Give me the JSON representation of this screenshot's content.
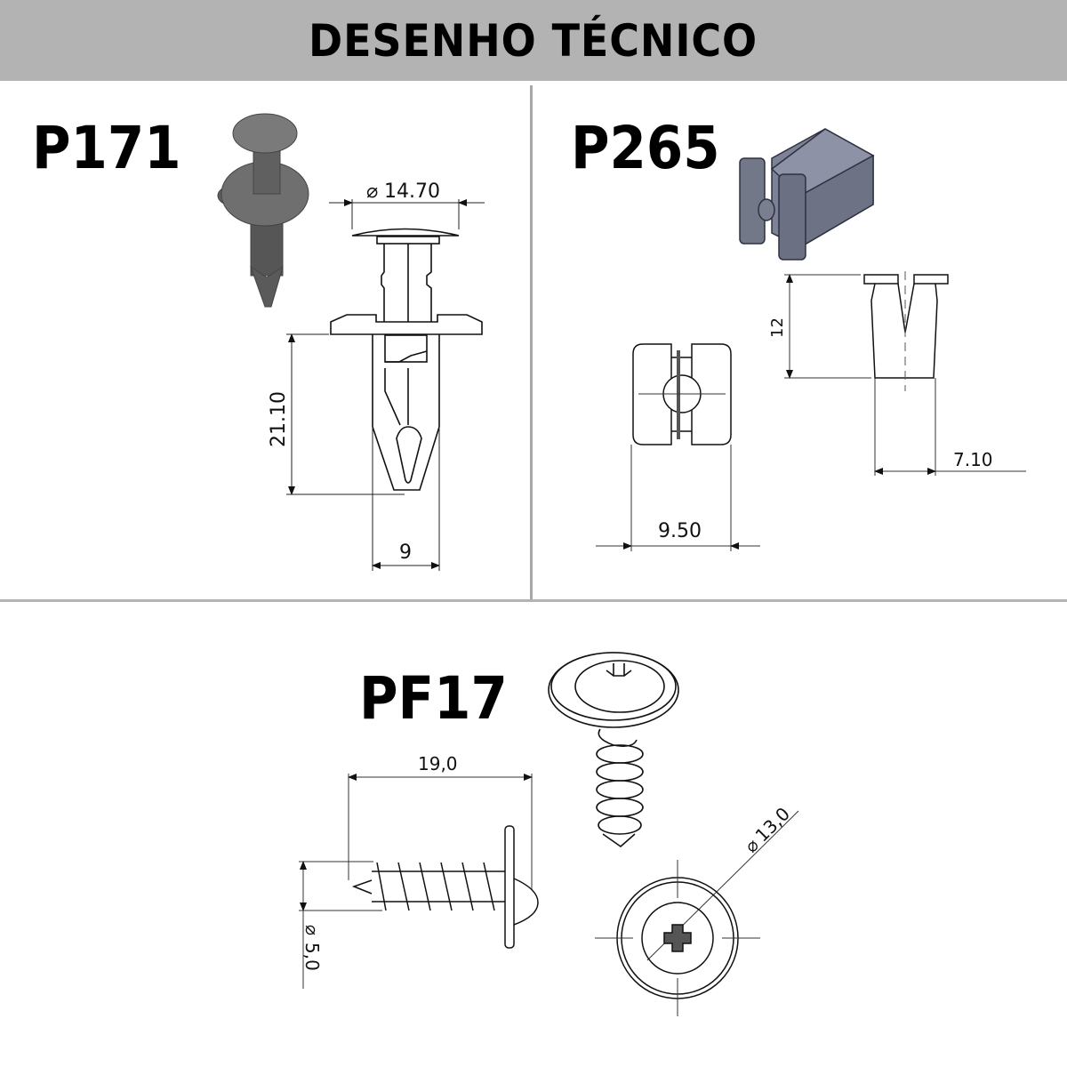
{
  "header": {
    "title": "DESENHO TÉCNICO",
    "background": "#b3b3b3"
  },
  "parts": [
    {
      "code": "P171",
      "type": "push-rivet clip",
      "render_color": "#6b6b6b",
      "dimensions": {
        "head_diameter": "14.70",
        "shank_length": "21.10",
        "shank_width": "9"
      }
    },
    {
      "code": "P265",
      "type": "square clip",
      "render_color": "#7a7f90",
      "dimensions": {
        "height": "12",
        "width": "9.50",
        "depth": "7.10"
      }
    },
    {
      "code": "PF17",
      "type": "phillips flange screw",
      "dimensions": {
        "length": "19,0",
        "thread_diameter": "5,0",
        "head_diameter": "13,0"
      }
    }
  ],
  "symbols": {
    "diameter": "⌀"
  }
}
